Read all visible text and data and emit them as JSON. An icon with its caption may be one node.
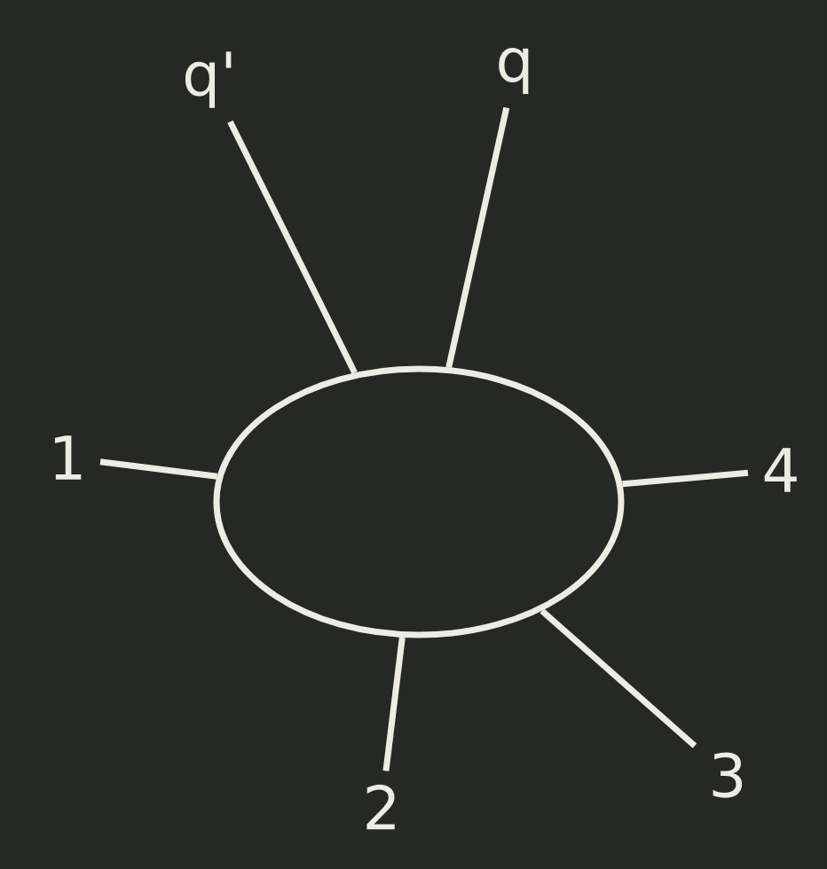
{
  "diagram": {
    "nodes": [
      {
        "text": [],
        "shape": "ellipse"
      },
      {
        "text": [
          "q'"
        ]
      },
      {
        "text": [
          "q"
        ]
      },
      {
        "text": [
          "1"
        ]
      },
      {
        "text": [
          "4"
        ]
      },
      {
        "text": [
          "2"
        ]
      },
      {
        "text": [
          "3"
        ]
      }
    ],
    "edges": [
      {
        "from": 1,
        "to": 0,
        "arrow": "none"
      },
      {
        "from": 2,
        "to": 0,
        "arrow": "none"
      },
      {
        "from": 3,
        "to": 0,
        "arrow": "none"
      },
      {
        "from": 4,
        "to": 0,
        "arrow": "none"
      },
      {
        "from": 5,
        "to": 0,
        "arrow": "none"
      },
      {
        "from": 6,
        "to": 0,
        "arrow": "none"
      }
    ]
  }
}
